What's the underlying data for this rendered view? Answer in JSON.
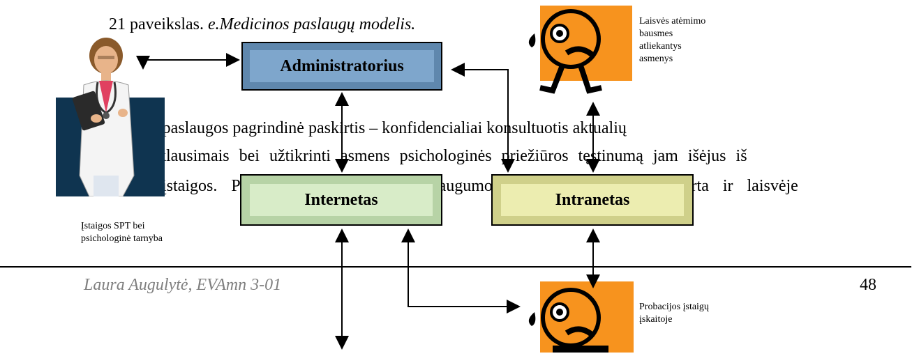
{
  "caption": {
    "prefix": "21 paveikslas. ",
    "title": "e.Medicinos paslaugų modelis."
  },
  "paragraph": {
    "line1": "Psichologo paslaugos pagrindinė paskirtis – konfidencialiai konsultuotis aktualių",
    "line2": "problemų klausimais bei užtikrinti asmens psichologinės priežiūros tęstinumą jam išėjus iš",
    "line3": "įkalinimo įstaigos. Paslauga teikiama dviem saugumo lygiais, kadangi yra skirta ir laisvėje"
  },
  "boxes": {
    "administrator": "Administratorius",
    "internet": "Internetas",
    "intranet": "Intranetas"
  },
  "labels": {
    "doctor": "Įstaigos SPT  bei psichologinė tarnyba",
    "prisoners": "Laisvės atėmimo bausmes atliekantys asmenys",
    "probation": "Probacijos įstaigų įskaitoje"
  },
  "footer": {
    "author": "Laura Augulytė, EVAmn 3-01",
    "page": "48"
  },
  "colors": {
    "admin_fill": "#7ea6cc",
    "internet_fill": "#d8ecc8",
    "intranet_fill": "#ecedb0",
    "face_orange": "#f7931e",
    "doctor_bg": "#0f3450"
  }
}
